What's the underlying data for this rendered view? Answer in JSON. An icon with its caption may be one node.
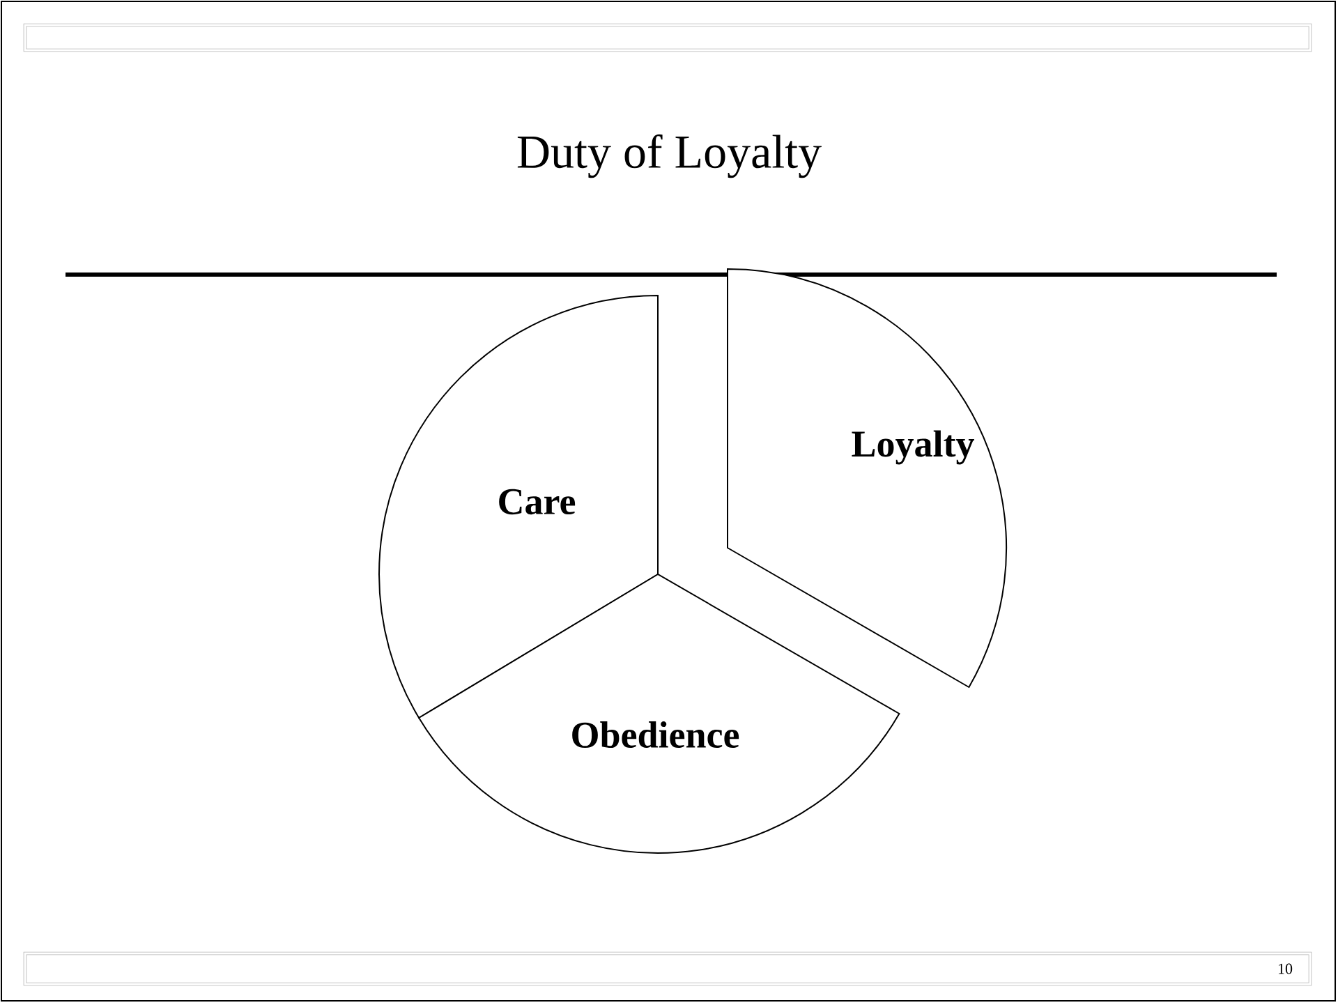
{
  "diagram": {
    "title": "Duty of Loyalty",
    "nodes": [
      {
        "text": [
          "Care"
        ]
      },
      {
        "text": [
          "Loyalty"
        ]
      },
      {
        "text": [
          "Obedience"
        ]
      }
    ],
    "labels": [
      "10"
    ]
  }
}
